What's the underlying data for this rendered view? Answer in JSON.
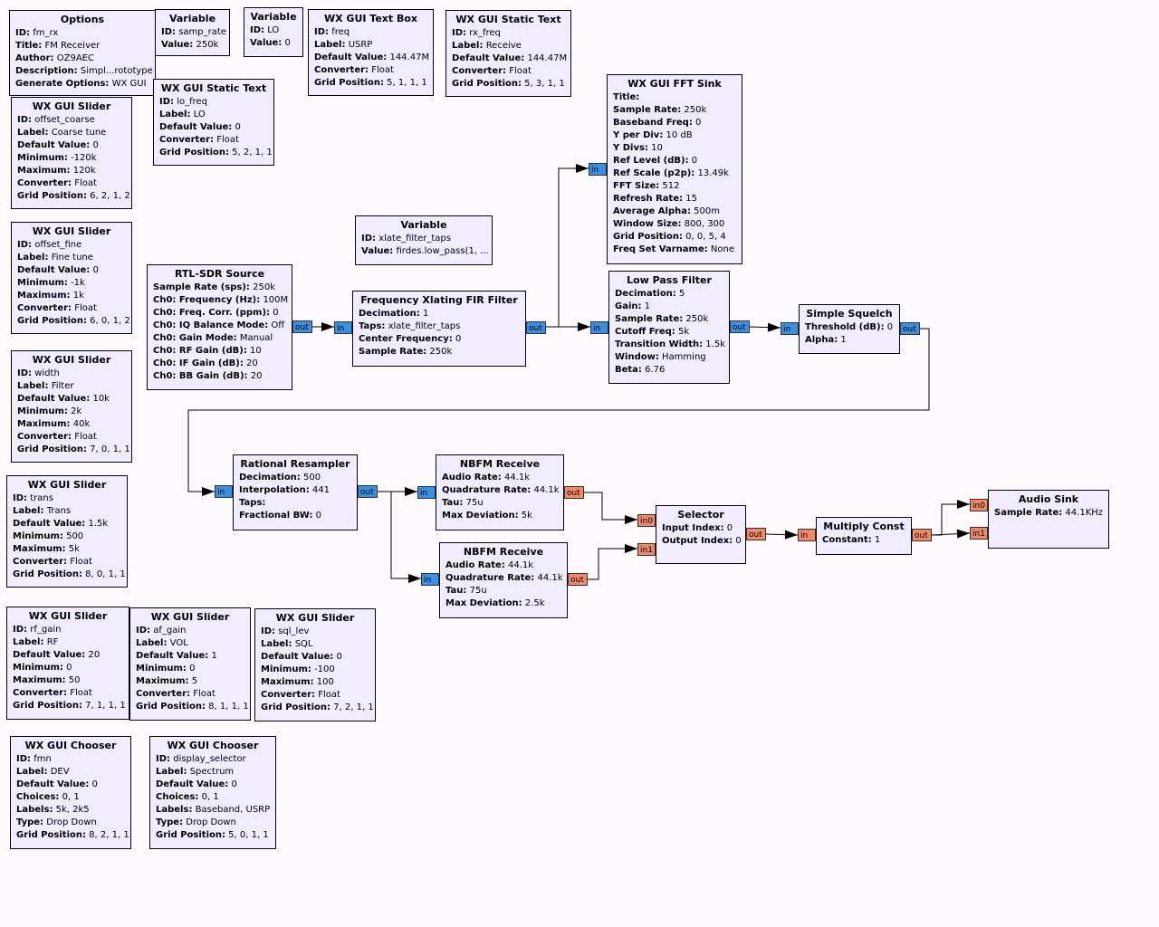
{
  "blocks": [
    {
      "id": "options",
      "title": "Options",
      "params": [
        {
          "k": "ID:",
          "v": "fm_rx"
        },
        {
          "k": "Title:",
          "v": "FM Receiver"
        },
        {
          "k": "Author:",
          "v": "OZ9AEC"
        },
        {
          "k": "Description:",
          "v": "Simpl...rototype"
        },
        {
          "k": "Generate Options:",
          "v": "WX GUI"
        }
      ]
    },
    {
      "id": "var_samp_rate",
      "title": "Variable",
      "params": [
        {
          "k": "ID:",
          "v": "samp_rate"
        },
        {
          "k": "Value:",
          "v": "250k"
        }
      ]
    },
    {
      "id": "var_lo",
      "title": "Variable",
      "params": [
        {
          "k": "ID:",
          "v": "LO"
        },
        {
          "k": "Value:",
          "v": "0"
        }
      ]
    },
    {
      "id": "textbox_freq",
      "title": "WX GUI Text Box",
      "params": [
        {
          "k": "ID:",
          "v": "freq"
        },
        {
          "k": "Label:",
          "v": "USRP"
        },
        {
          "k": "Default Value:",
          "v": "144.47M"
        },
        {
          "k": "Converter:",
          "v": "Float"
        },
        {
          "k": "Grid Position:",
          "v": "5, 1, 1, 1"
        }
      ]
    },
    {
      "id": "static_rx_freq",
      "title": "WX GUI Static Text",
      "params": [
        {
          "k": "ID:",
          "v": "rx_freq"
        },
        {
          "k": "Label:",
          "v": "Receive"
        },
        {
          "k": "Default Value:",
          "v": "144.47M"
        },
        {
          "k": "Converter:",
          "v": "Float"
        },
        {
          "k": "Grid Position:",
          "v": "5, 3, 1, 1"
        }
      ]
    },
    {
      "id": "static_lo_freq",
      "title": "WX GUI Static Text",
      "params": [
        {
          "k": "ID:",
          "v": "lo_freq"
        },
        {
          "k": "Label:",
          "v": "LO"
        },
        {
          "k": "Default Value:",
          "v": "0"
        },
        {
          "k": "Converter:",
          "v": "Float"
        },
        {
          "k": "Grid Position:",
          "v": "5, 2, 1, 1"
        }
      ]
    },
    {
      "id": "slider_offset_coarse",
      "title": "WX GUI Slider",
      "params": [
        {
          "k": "ID:",
          "v": "offset_coarse"
        },
        {
          "k": "Label:",
          "v": "Coarse tune"
        },
        {
          "k": "Default Value:",
          "v": "0"
        },
        {
          "k": "Minimum:",
          "v": "-120k"
        },
        {
          "k": "Maximum:",
          "v": "120k"
        },
        {
          "k": "Converter:",
          "v": "Float"
        },
        {
          "k": "Grid Position:",
          "v": "6, 2, 1, 2"
        }
      ]
    },
    {
      "id": "fft_sink",
      "title": "WX GUI FFT Sink",
      "params": [
        {
          "k": "Title:",
          "v": ""
        },
        {
          "k": "Sample Rate:",
          "v": "250k"
        },
        {
          "k": "Baseband Freq:",
          "v": "0"
        },
        {
          "k": "Y per Div:",
          "v": "10 dB"
        },
        {
          "k": "Y Divs:",
          "v": "10"
        },
        {
          "k": "Ref Level (dB):",
          "v": "0"
        },
        {
          "k": "Ref Scale (p2p):",
          "v": "13.49k"
        },
        {
          "k": "FFT Size:",
          "v": "512"
        },
        {
          "k": "Refresh Rate:",
          "v": "15"
        },
        {
          "k": "Average Alpha:",
          "v": "500m"
        },
        {
          "k": "Window Size:",
          "v": "800, 300"
        },
        {
          "k": "Grid Position:",
          "v": "0, 0, 5, 4"
        },
        {
          "k": "Freq Set Varname:",
          "v": "None"
        }
      ]
    },
    {
      "id": "slider_offset_fine",
      "title": "WX GUI Slider",
      "params": [
        {
          "k": "ID:",
          "v": "offset_fine"
        },
        {
          "k": "Label:",
          "v": "Fine tune"
        },
        {
          "k": "Default Value:",
          "v": "0"
        },
        {
          "k": "Minimum:",
          "v": "-1k"
        },
        {
          "k": "Maximum:",
          "v": "1k"
        },
        {
          "k": "Converter:",
          "v": "Float"
        },
        {
          "k": "Grid Position:",
          "v": "6, 0, 1, 2"
        }
      ]
    },
    {
      "id": "var_xlate_taps",
      "title": "Variable",
      "params": [
        {
          "k": "ID:",
          "v": "xlate_filter_taps"
        },
        {
          "k": "Value:",
          "v": "firdes.low_pass(1, ..."
        }
      ]
    },
    {
      "id": "rtl_sdr",
      "title": "RTL-SDR Source",
      "params": [
        {
          "k": "Sample Rate (sps):",
          "v": "250k"
        },
        {
          "k": "Ch0: Frequency (Hz):",
          "v": "100M"
        },
        {
          "k": "Ch0: Freq. Corr. (ppm):",
          "v": "0"
        },
        {
          "k": "Ch0: IQ Balance Mode:",
          "v": "Off"
        },
        {
          "k": "Ch0: Gain Mode:",
          "v": "Manual"
        },
        {
          "k": "Ch0: RF Gain (dB):",
          "v": "10"
        },
        {
          "k": "Ch0: IF Gain (dB):",
          "v": "20"
        },
        {
          "k": "Ch0: BB Gain (dB):",
          "v": "20"
        }
      ]
    },
    {
      "id": "freq_xlating",
      "title": "Frequency Xlating FIR Filter",
      "params": [
        {
          "k": "Decimation:",
          "v": "1"
        },
        {
          "k": "Taps:",
          "v": "xlate_filter_taps"
        },
        {
          "k": "Center Frequency:",
          "v": "0"
        },
        {
          "k": "Sample Rate:",
          "v": "250k"
        }
      ]
    },
    {
      "id": "lpf",
      "title": "Low Pass Filter",
      "params": [
        {
          "k": "Decimation:",
          "v": "5"
        },
        {
          "k": "Gain:",
          "v": "1"
        },
        {
          "k": "Sample Rate:",
          "v": "250k"
        },
        {
          "k": "Cutoff Freq:",
          "v": "5k"
        },
        {
          "k": "Transition Width:",
          "v": "1.5k"
        },
        {
          "k": "Window:",
          "v": "Hamming"
        },
        {
          "k": "Beta:",
          "v": "6.76"
        }
      ]
    },
    {
      "id": "squelch",
      "title": "Simple Squelch",
      "params": [
        {
          "k": "Threshold (dB):",
          "v": "0"
        },
        {
          "k": "Alpha:",
          "v": "1"
        }
      ]
    },
    {
      "id": "slider_width",
      "title": "WX GUI Slider",
      "params": [
        {
          "k": "ID:",
          "v": "width"
        },
        {
          "k": "Label:",
          "v": "Filter"
        },
        {
          "k": "Default Value:",
          "v": "10k"
        },
        {
          "k": "Minimum:",
          "v": "2k"
        },
        {
          "k": "Maximum:",
          "v": "40k"
        },
        {
          "k": "Converter:",
          "v": "Float"
        },
        {
          "k": "Grid Position:",
          "v": "7, 0, 1, 1"
        }
      ]
    },
    {
      "id": "resampler",
      "title": "Rational Resampler",
      "params": [
        {
          "k": "Decimation:",
          "v": "500"
        },
        {
          "k": "Interpolation:",
          "v": "441"
        },
        {
          "k": "Taps:",
          "v": ""
        },
        {
          "k": "Fractional BW:",
          "v": "0"
        }
      ]
    },
    {
      "id": "nbfm1",
      "title": "NBFM Receive",
      "params": [
        {
          "k": "Audio Rate:",
          "v": "44.1k"
        },
        {
          "k": "Quadrature Rate:",
          "v": "44.1k"
        },
        {
          "k": "Tau:",
          "v": "75u"
        },
        {
          "k": "Max Deviation:",
          "v": "5k"
        }
      ]
    },
    {
      "id": "nbfm2",
      "title": "NBFM Receive",
      "params": [
        {
          "k": "Audio Rate:",
          "v": "44.1k"
        },
        {
          "k": "Quadrature Rate:",
          "v": "44.1k"
        },
        {
          "k": "Tau:",
          "v": "75u"
        },
        {
          "k": "Max Deviation:",
          "v": "2.5k"
        }
      ]
    },
    {
      "id": "selector",
      "title": "Selector",
      "params": [
        {
          "k": "Input Index:",
          "v": "0"
        },
        {
          "k": "Output Index:",
          "v": "0"
        }
      ]
    },
    {
      "id": "multiply",
      "title": "Multiply Const",
      "params": [
        {
          "k": "Constant:",
          "v": "1"
        }
      ]
    },
    {
      "id": "audio_sink",
      "title": "Audio Sink",
      "params": [
        {
          "k": "Sample Rate:",
          "v": "44.1KHz"
        }
      ]
    },
    {
      "id": "slider_trans",
      "title": "WX GUI Slider",
      "params": [
        {
          "k": "ID:",
          "v": "trans"
        },
        {
          "k": "Label:",
          "v": "Trans"
        },
        {
          "k": "Default Value:",
          "v": "1.5k"
        },
        {
          "k": "Minimum:",
          "v": "500"
        },
        {
          "k": "Maximum:",
          "v": "5k"
        },
        {
          "k": "Converter:",
          "v": "Float"
        },
        {
          "k": "Grid Position:",
          "v": "8, 0, 1, 1"
        }
      ]
    },
    {
      "id": "slider_rf_gain",
      "title": "WX GUI Slider",
      "params": [
        {
          "k": "ID:",
          "v": "rf_gain"
        },
        {
          "k": "Label:",
          "v": "RF"
        },
        {
          "k": "Default Value:",
          "v": "20"
        },
        {
          "k": "Minimum:",
          "v": "0"
        },
        {
          "k": "Maximum:",
          "v": "50"
        },
        {
          "k": "Converter:",
          "v": "Float"
        },
        {
          "k": "Grid Position:",
          "v": "7, 1, 1, 1"
        }
      ]
    },
    {
      "id": "slider_af_gain",
      "title": "WX GUI Slider",
      "params": [
        {
          "k": "ID:",
          "v": "af_gain"
        },
        {
          "k": "Label:",
          "v": "VOL"
        },
        {
          "k": "Default Value:",
          "v": "1"
        },
        {
          "k": "Minimum:",
          "v": "0"
        },
        {
          "k": "Maximum:",
          "v": "5"
        },
        {
          "k": "Converter:",
          "v": "Float"
        },
        {
          "k": "Grid Position:",
          "v": "8, 1, 1, 1"
        }
      ]
    },
    {
      "id": "slider_sql_lev",
      "title": "WX GUI Slider",
      "params": [
        {
          "k": "ID:",
          "v": "sql_lev"
        },
        {
          "k": "Label:",
          "v": "SQL"
        },
        {
          "k": "Default Value:",
          "v": "0"
        },
        {
          "k": "Minimum:",
          "v": "-100"
        },
        {
          "k": "Maximum:",
          "v": "100"
        },
        {
          "k": "Converter:",
          "v": "Float"
        },
        {
          "k": "Grid Position:",
          "v": "7, 2, 1, 1"
        }
      ]
    },
    {
      "id": "chooser_fmn",
      "title": "WX GUI Chooser",
      "params": [
        {
          "k": "ID:",
          "v": "fmn"
        },
        {
          "k": "Label:",
          "v": "DEV"
        },
        {
          "k": "Default Value:",
          "v": "0"
        },
        {
          "k": "Choices:",
          "v": "0, 1"
        },
        {
          "k": "Labels:",
          "v": "5k, 2k5"
        },
        {
          "k": "Type:",
          "v": "Drop Down"
        },
        {
          "k": "Grid Position:",
          "v": "8, 2, 1, 1"
        }
      ]
    },
    {
      "id": "chooser_display",
      "title": "WX GUI Chooser",
      "params": [
        {
          "k": "ID:",
          "v": "display_selector"
        },
        {
          "k": "Label:",
          "v": "Spectrum"
        },
        {
          "k": "Default Value:",
          "v": "0"
        },
        {
          "k": "Choices:",
          "v": "0, 1"
        },
        {
          "k": "Labels:",
          "v": "Baseband, USRP"
        },
        {
          "k": "Type:",
          "v": "Drop Down"
        },
        {
          "k": "Grid Position:",
          "v": "5, 0, 1, 1"
        }
      ]
    }
  ],
  "ports": [
    {
      "id": "rtl_out",
      "label": "out",
      "color": "blue"
    },
    {
      "id": "xlate_in",
      "label": "in",
      "color": "blue"
    },
    {
      "id": "xlate_out",
      "label": "out",
      "color": "blue"
    },
    {
      "id": "fft_in",
      "label": "in",
      "color": "blue"
    },
    {
      "id": "lpf_in",
      "label": "in",
      "color": "blue"
    },
    {
      "id": "lpf_out",
      "label": "out",
      "color": "blue"
    },
    {
      "id": "sq_in",
      "label": "in",
      "color": "blue"
    },
    {
      "id": "sq_out",
      "label": "out",
      "color": "blue"
    },
    {
      "id": "rs_in",
      "label": "in",
      "color": "blue"
    },
    {
      "id": "rs_out",
      "label": "out",
      "color": "blue"
    },
    {
      "id": "nb1_in",
      "label": "in",
      "color": "blue"
    },
    {
      "id": "nb1_out",
      "label": "out",
      "color": "red"
    },
    {
      "id": "nb2_in",
      "label": "in",
      "color": "blue"
    },
    {
      "id": "nb2_out",
      "label": "out",
      "color": "red"
    },
    {
      "id": "sel_in0",
      "label": "in0",
      "color": "red"
    },
    {
      "id": "sel_in1",
      "label": "in1",
      "color": "red"
    },
    {
      "id": "sel_out",
      "label": "out",
      "color": "red"
    },
    {
      "id": "mul_in",
      "label": "in",
      "color": "red"
    },
    {
      "id": "mul_out",
      "label": "out",
      "color": "red"
    },
    {
      "id": "as_in0",
      "label": "in0",
      "color": "red"
    },
    {
      "id": "as_in1",
      "label": "in1",
      "color": "red"
    }
  ]
}
